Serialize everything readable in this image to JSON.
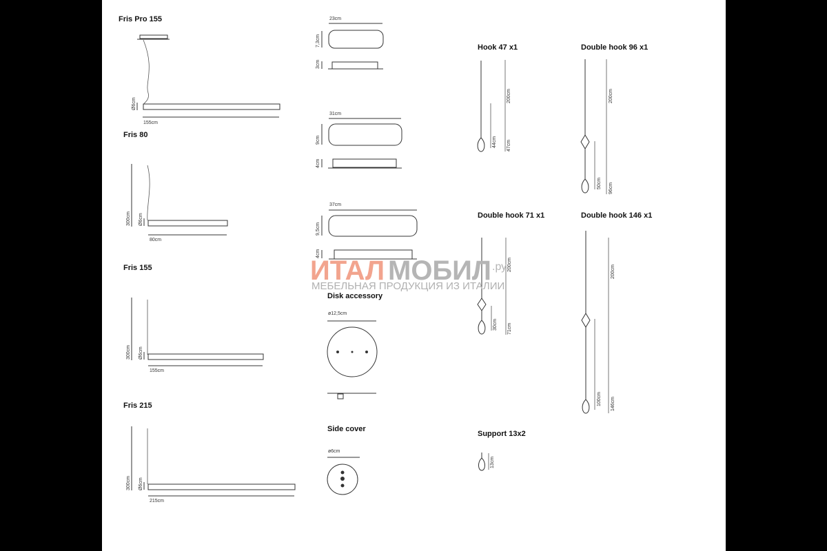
{
  "titles": {
    "fris_pro_155": "Fris Pro 155",
    "fris_80": "Fris 80",
    "fris_155": "Fris 155",
    "fris_215": "Fris 215",
    "disk_accessory": "Disk accessory",
    "side_cover": "Side cover",
    "hook_47": "Hook 47 x1",
    "double_hook_96": "Double hook 96 x1",
    "double_hook_71": "Double hook 71 x1",
    "double_hook_146": "Double hook 146 x1",
    "support": "Support 13x2"
  },
  "dims": {
    "pro_dia": "Ø6cm",
    "pro_len": "155cm",
    "f80_h": "300cm",
    "f80_dia": "Ø6cm",
    "f80_len": "80cm",
    "f155_h": "300cm",
    "f155_dia": "Ø6cm",
    "f155_len": "155cm",
    "f215_h": "300cm",
    "f215_dia": "Ø6cm",
    "f215_len": "215cm",
    "c1_w": "23cm",
    "c1_h": "7,3cm",
    "c1_d": "3cm",
    "c2_w": "31cm",
    "c2_h": "9cm",
    "c2_d": "4cm",
    "c3_w": "37cm",
    "c3_h": "9,5cm",
    "c3_d": "4cm",
    "disk_dia": "ø12,5cm",
    "cover_dia": "ø6cm",
    "h47_total": "200cm",
    "h47_a": "44cm",
    "h47_b": "47cm",
    "dh96_total": "200cm",
    "dh96_a": "50cm",
    "dh96_b": "96cm",
    "dh71_total": "200cm",
    "dh71_a": "30cm",
    "dh71_b": "71cm",
    "dh146_total": "200cm",
    "dh146_a": "100cm",
    "dh146_b": "146cm",
    "support_h": "13cm"
  },
  "watermark": {
    "part1": "ИТАЛ",
    "part2": "МОБИЛ",
    "suffix": ".ру",
    "tagline": "МЕБЕЛЬНАЯ ПРОДУКЦИЯ ИЗ ИТАЛИИ"
  }
}
